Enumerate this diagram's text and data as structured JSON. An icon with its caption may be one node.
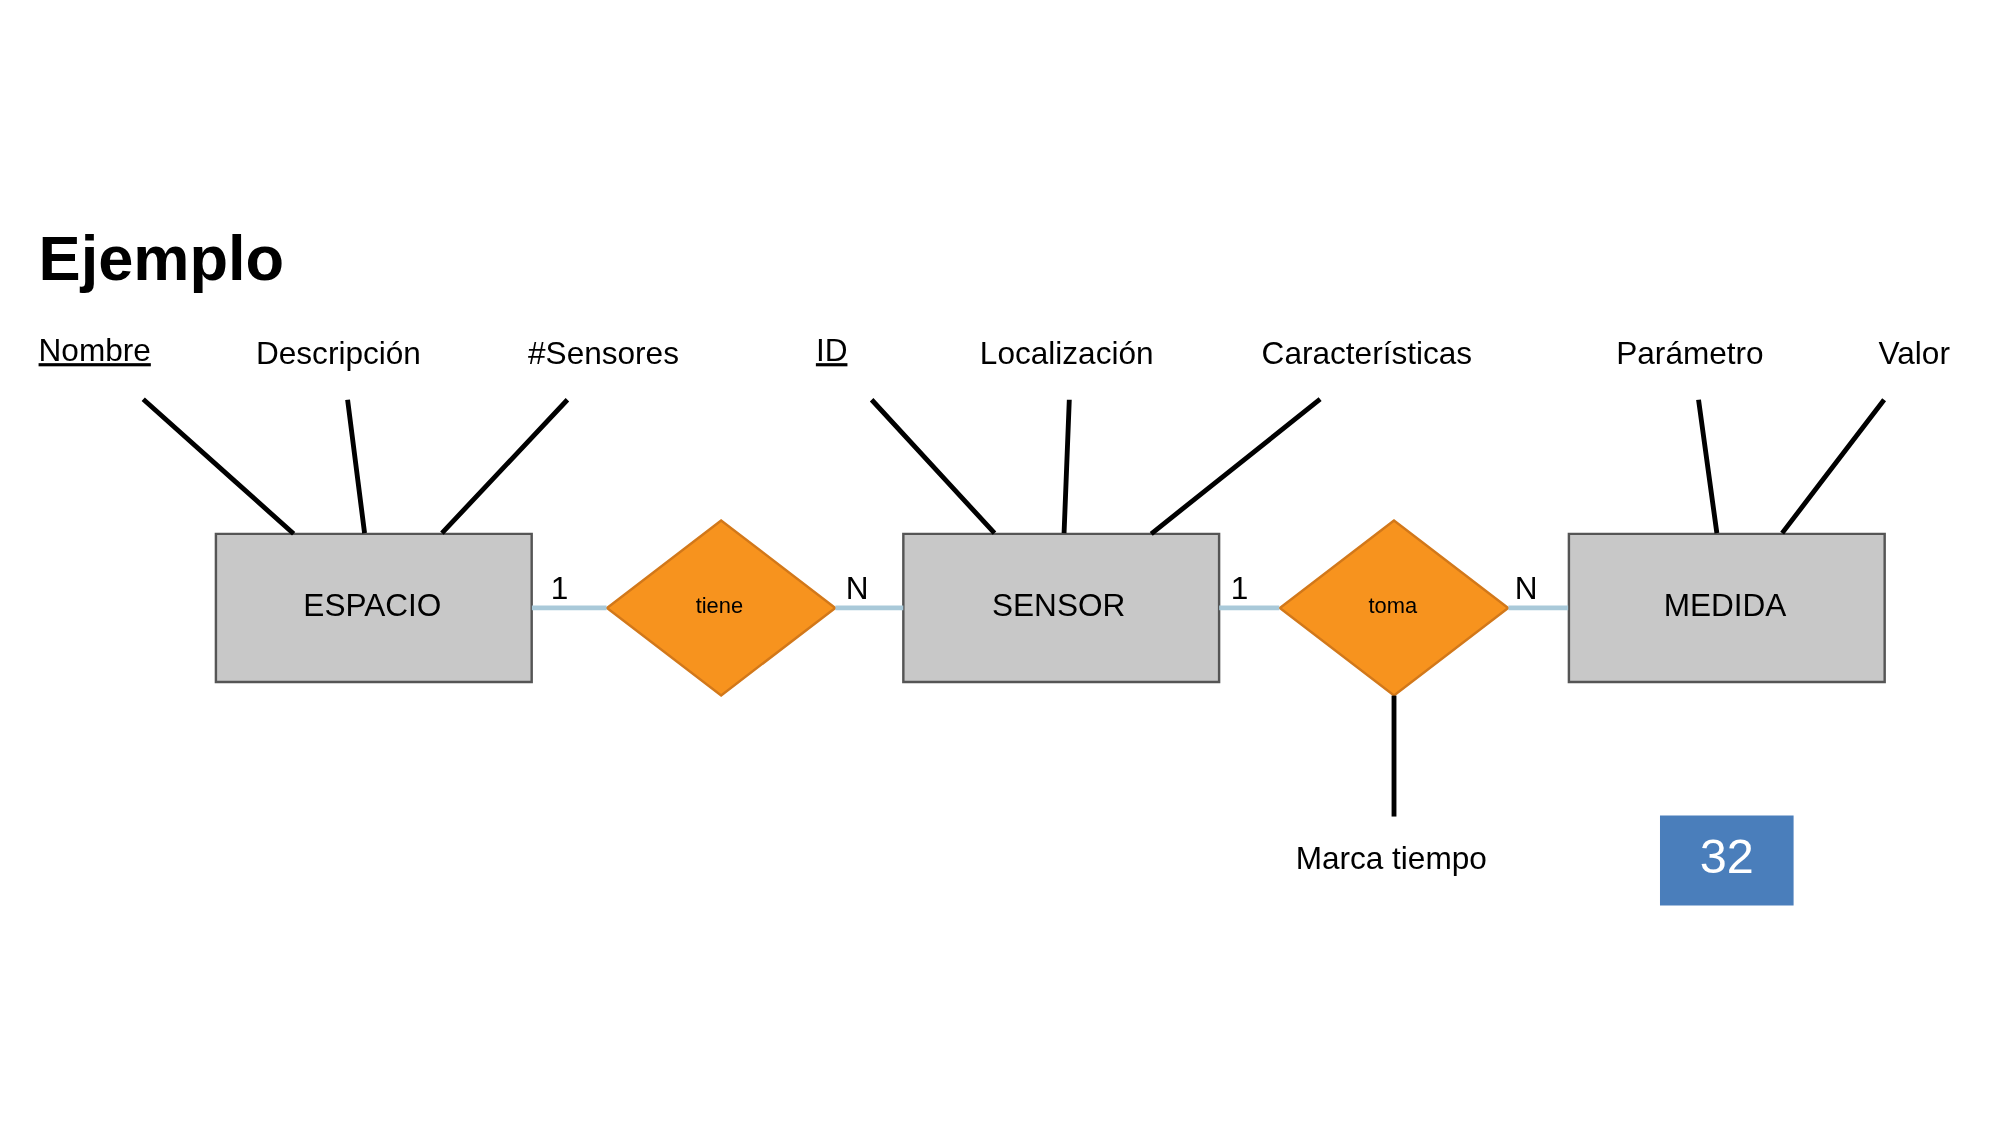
{
  "diagram": {
    "title": "Ejemplo",
    "nodes": [
      {
        "text": [
          "Nombre"
        ]
      },
      {
        "text": [
          "Descripción"
        ]
      },
      {
        "text": [
          "#Sensores"
        ]
      },
      {
        "text": [
          "ESPACIO"
        ]
      },
      {
        "text": [
          "tiene"
        ]
      },
      {
        "text": [
          "ID"
        ]
      },
      {
        "text": [
          "Localización"
        ]
      },
      {
        "text": [
          "Características"
        ]
      },
      {
        "text": [
          "SENSOR"
        ]
      },
      {
        "text": [
          "toma"
        ]
      },
      {
        "text": [
          "Marca tiempo"
        ]
      },
      {
        "text": [
          "Parámetro"
        ]
      },
      {
        "text": [
          "Valor"
        ]
      },
      {
        "text": [
          "MEDIDA"
        ]
      }
    ],
    "edges": [
      {
        "from": 0,
        "to": 3,
        "arrow": "none"
      },
      {
        "from": 1,
        "to": 3,
        "arrow": "none"
      },
      {
        "from": 2,
        "to": 3,
        "arrow": "none"
      },
      {
        "from": 3,
        "to": 4,
        "arrow": "none",
        "label": "1",
        "color": "#a9c9d9"
      },
      {
        "from": 4,
        "to": 8,
        "arrow": "none",
        "label": "N",
        "color": "#a9c9d9"
      },
      {
        "from": 5,
        "to": 8,
        "arrow": "none"
      },
      {
        "from": 6,
        "to": 8,
        "arrow": "none"
      },
      {
        "from": 7,
        "to": 8,
        "arrow": "none"
      },
      {
        "from": 8,
        "to": 9,
        "arrow": "none",
        "label": "1",
        "color": "#a9c9d9"
      },
      {
        "from": 9,
        "to": 13,
        "arrow": "none",
        "label": "N",
        "color": "#a9c9d9"
      },
      {
        "from": 9,
        "to": 10,
        "arrow": "none"
      },
      {
        "from": 11,
        "to": 13,
        "arrow": "none"
      },
      {
        "from": 12,
        "to": 13,
        "arrow": "none"
      }
    ],
    "labels": [
      "32"
    ]
  }
}
